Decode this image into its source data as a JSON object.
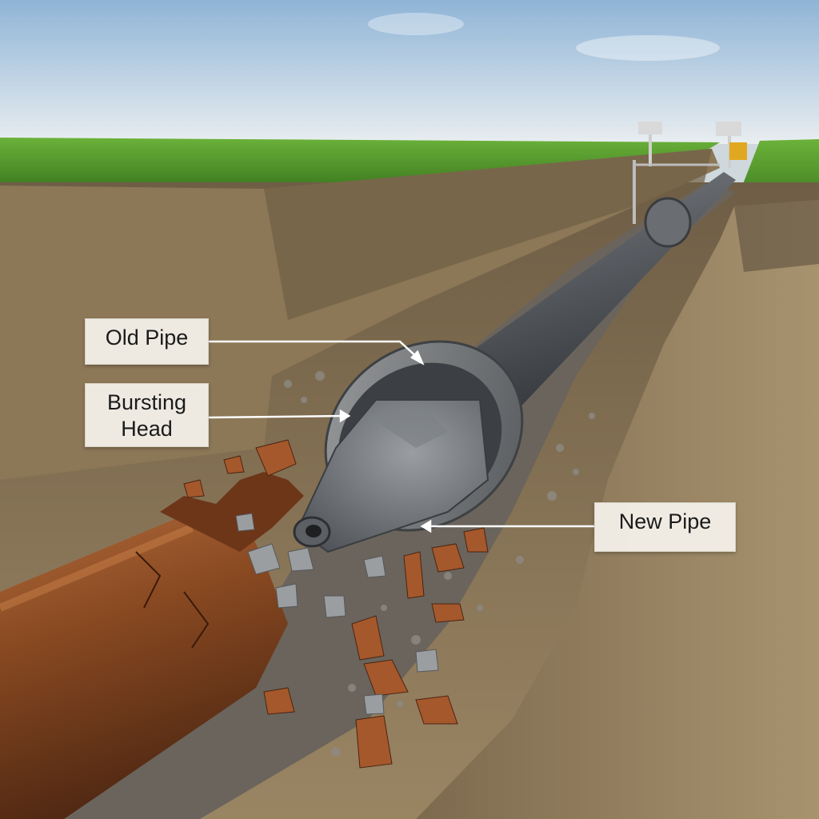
{
  "labels": {
    "old_pipe": "Old Pipe",
    "bursting_head_line1": "Bursting",
    "bursting_head_line2": "Head",
    "new_pipe": "New Pipe"
  },
  "colors": {
    "sky_top": "#8fb4d6",
    "sky_bottom": "#e9eef0",
    "grass": "#4f9a2a",
    "soil": "#8a7556",
    "new_pipe": "#55585c",
    "old_pipe_rust": "#8a4a22",
    "bursting_head": "#6e7276",
    "leader_line": "#ffffff"
  }
}
